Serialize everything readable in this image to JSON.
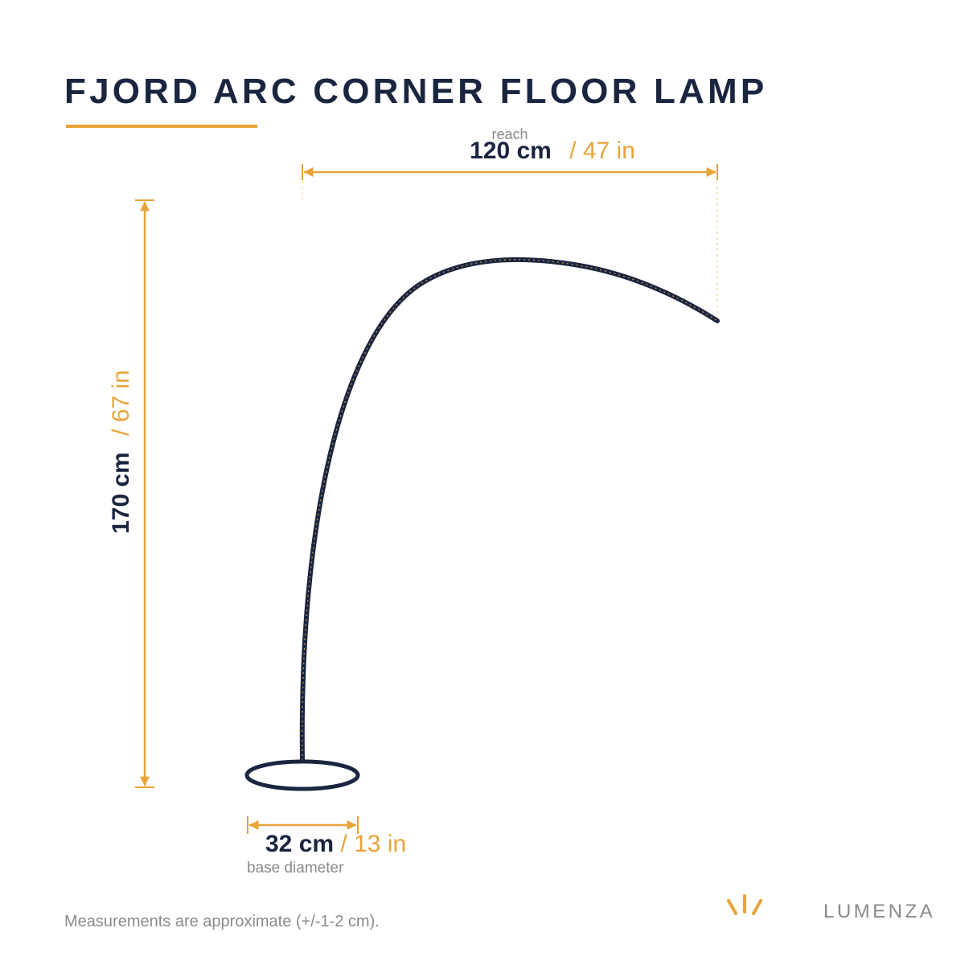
{
  "title": "FJORD ARC CORNER FLOOR LAMP",
  "reach": {
    "label": "reach",
    "metric": "120 cm",
    "imperial": "/ 47 in"
  },
  "height": {
    "metric": "170 cm",
    "imperial": "/ 67 in"
  },
  "base": {
    "label": "base diameter",
    "metric": "32 cm",
    "imperial": "/ 13 in"
  },
  "footnote": "Measurements are approximate (+/-1-2 cm).",
  "brand": {
    "name": "LUMENZA",
    "logo_icon": "sun-rays-icon"
  },
  "colors": {
    "navy": "#1a2540",
    "accent": "#e8a33a",
    "muted": "#8a8a8f"
  }
}
